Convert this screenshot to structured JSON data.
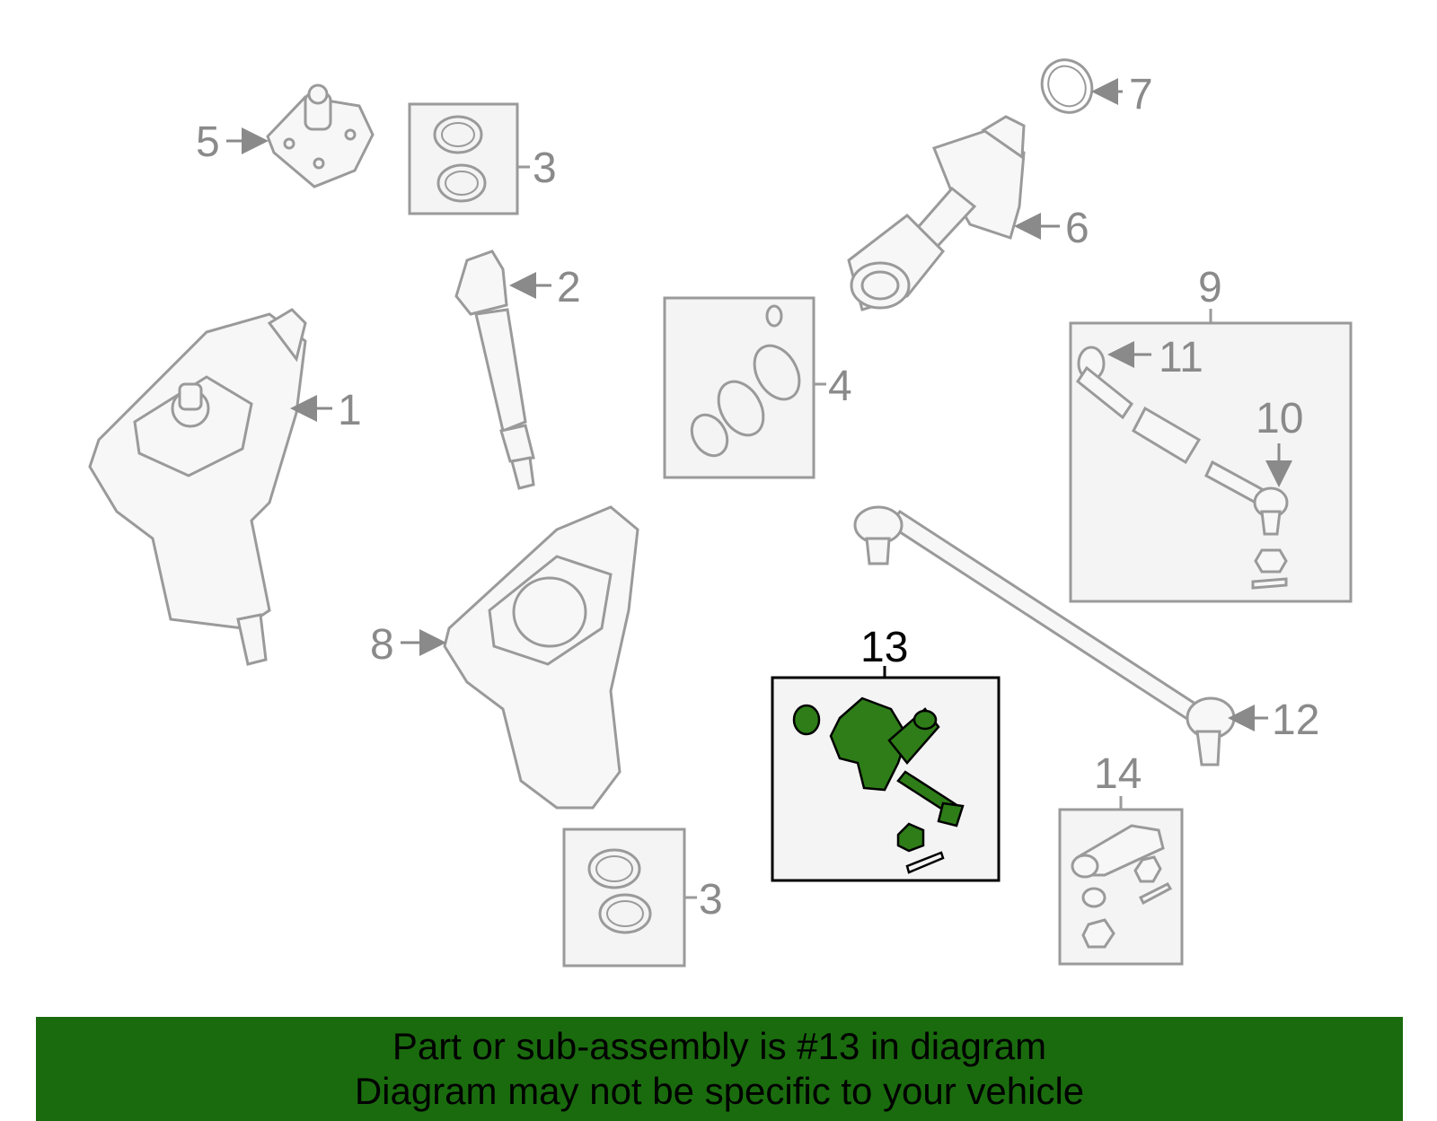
{
  "callouts": {
    "c1": "1",
    "c2": "2",
    "c3a": "3",
    "c3b": "3",
    "c4": "4",
    "c5": "5",
    "c6": "6",
    "c7": "7",
    "c8": "8",
    "c9": "9",
    "c10": "10",
    "c11": "11",
    "c12": "12",
    "c13": "13",
    "c14": "14"
  },
  "highlight": {
    "part_number": "13",
    "color": "#1a6b0e"
  },
  "colors": {
    "line_gray": "#9a9a9a",
    "box_fill": "#f4f4f4",
    "banner_bg": "#1a6b0e",
    "part_green": "#2e7d18"
  },
  "banner": {
    "line1": "Part or sub-assembly is #13 in diagram",
    "line2": "Diagram may not be specific to your vehicle"
  }
}
